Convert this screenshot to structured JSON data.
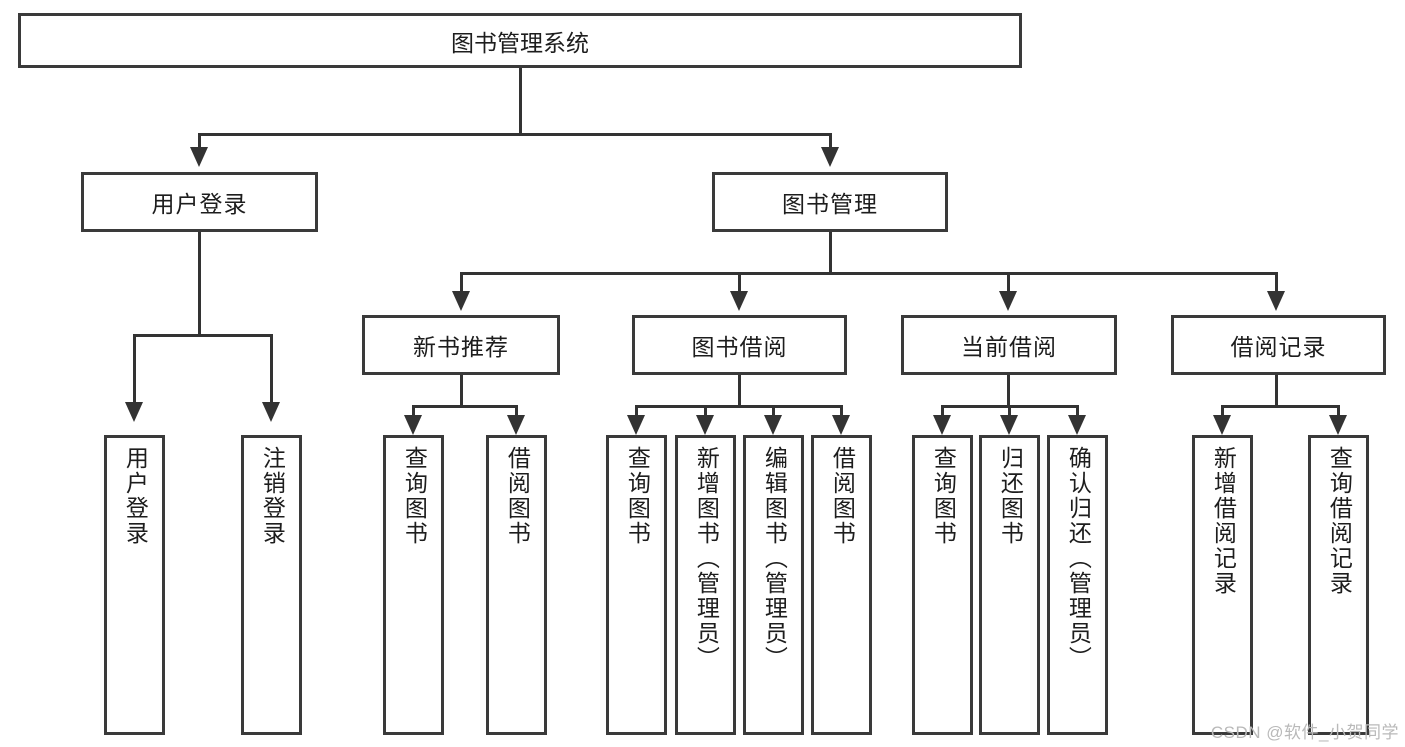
{
  "diagram": {
    "title": "图书管理系统",
    "type": "tree-hierarchy-diagram",
    "colors": {
      "box_border": "#3a3a3a",
      "connector": "#333333",
      "background": "#ffffff",
      "text": "#1d1d1d",
      "watermark": "#b9b9b9"
    },
    "root": {
      "label": "图书管理系统"
    },
    "level1": [
      {
        "label": "用户登录"
      },
      {
        "label": "图书管理"
      }
    ],
    "level2": [
      {
        "label": "新书推荐"
      },
      {
        "label": "图书借阅"
      },
      {
        "label": "当前借阅"
      },
      {
        "label": "借阅记录"
      }
    ],
    "leaves": {
      "user_login": [
        {
          "label": "用户登录"
        },
        {
          "label": "注销登录"
        }
      ],
      "new_book_recommend": [
        {
          "label": "查询图书"
        },
        {
          "label": "借阅图书"
        }
      ],
      "book_borrow": [
        {
          "label": "查询图书"
        },
        {
          "label": "新增图书（管理员）"
        },
        {
          "label": "编辑图书（管理员）"
        },
        {
          "label": "借阅图书"
        }
      ],
      "current_borrow": [
        {
          "label": "查询图书"
        },
        {
          "label": "归还图书"
        },
        {
          "label": "确认归还（管理员）"
        }
      ],
      "borrow_record": [
        {
          "label": "新增借阅记录"
        },
        {
          "label": "查询借阅记录"
        }
      ]
    }
  },
  "watermark": {
    "text": "CSDN @软件_小贺同学"
  }
}
